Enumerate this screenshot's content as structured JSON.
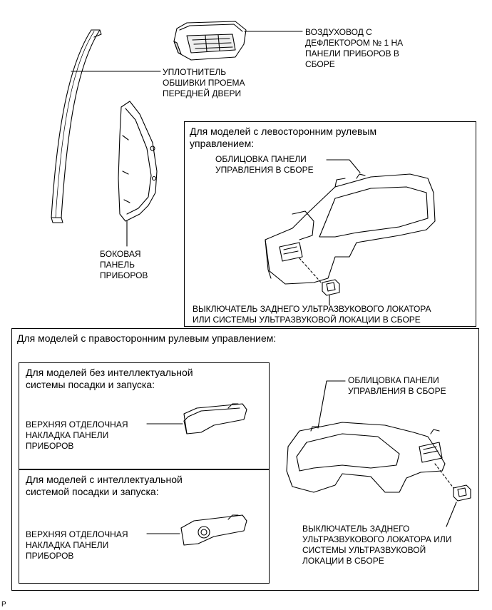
{
  "top": {
    "duct_label": "ВОЗДУХОВОД С\nДЕФЛЕКТОРОМ № 1 НА\nПАНЕЛИ ПРИБОРОВ В\nСБОРЕ",
    "seal_label": "УПЛОТНИТЕЛЬ\nОБШИВКИ ПРОЕМА\nПЕРЕДНЕЙ ДВЕРИ",
    "side_panel_label": "БОКОВАЯ\nПАНЕЛЬ\nПРИБОРОВ"
  },
  "lhd": {
    "header": "Для моделей с левосторонним рулевым\nуправлением:",
    "bezel_label": "ОБЛИЦОВКА ПАНЕЛИ\nУПРАВЛЕНИЯ В СБОРЕ",
    "switch_label": "ВЫКЛЮЧАТЕЛЬ ЗАДНЕГО УЛЬТРАЗВУКОВОГО ЛОКАТОРА\nИЛИ СИСТЕМЫ УЛЬТРАЗВУКОВОЙ ЛОКАЦИИ В СБОРЕ"
  },
  "rhd": {
    "header": "Для моделей с правосторонним рулевым управлением:",
    "no_smart": {
      "header": "Для моделей без интеллектуальной\nсистемы посадки и запуска:",
      "upper_pad_label": "ВЕРХНЯЯ ОТДЕЛОЧНАЯ\nНАКЛАДКА ПАНЕЛИ\nПРИБОРОВ"
    },
    "smart": {
      "header": "Для моделей с интеллектуальной\nсистемой посадки и запуска:",
      "upper_pad_label": "ВЕРХНЯЯ ОТДЕЛОЧНАЯ\nНАКЛАДКА ПАНЕЛИ\nПРИБОРОВ"
    },
    "bezel_label": "ОБЛИЦОВКА ПАНЕЛИ\nУПРАВЛЕНИЯ В СБОРЕ",
    "switch_label": "ВЫКЛЮЧАТЕЛЬ ЗАДНЕГО\nУЛЬТРАЗВУКОВОГО ЛОКАТОРА ИЛИ\nСИСТЕМЫ УЛЬТРАЗВУКОВОЙ\nЛОКАЦИИ В СБОРЕ"
  },
  "footer": {
    "code": "P"
  }
}
